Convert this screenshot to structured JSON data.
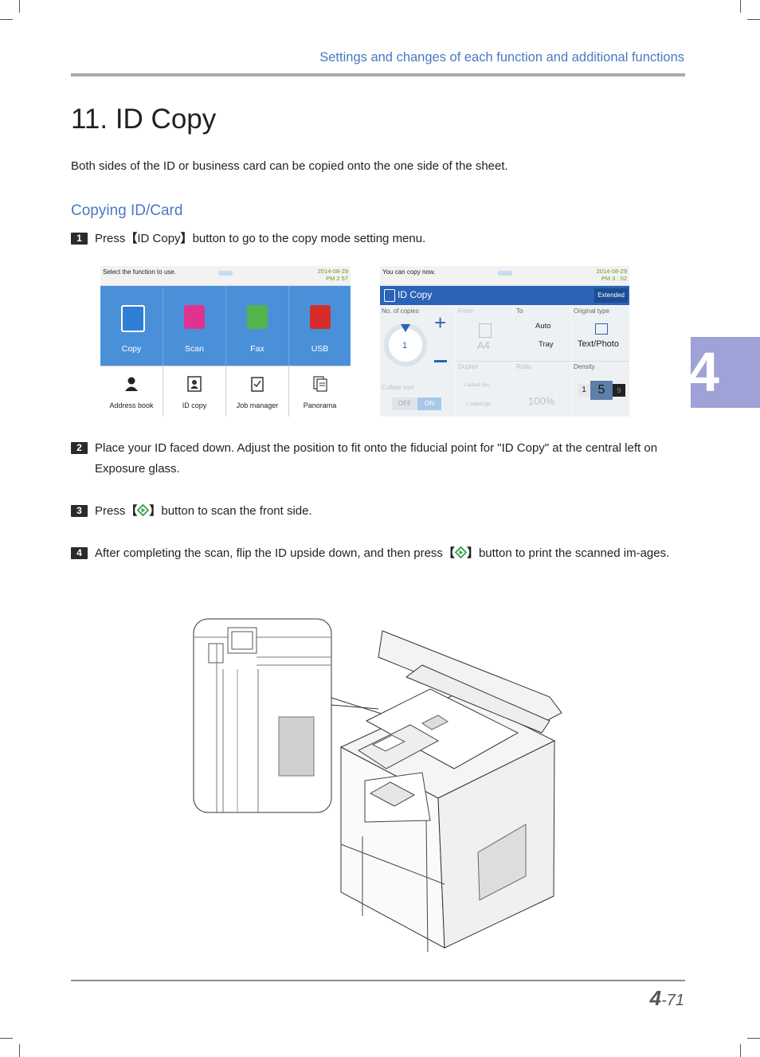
{
  "header": {
    "section_title": "Settings and changes of each function and additional functions"
  },
  "title": {
    "number": "11",
    "text": "ID Copy"
  },
  "intro": "Both sides of the ID or business card can be copied onto the one side of the sheet.",
  "subheading": "Copying ID/Card",
  "steps": [
    {
      "num": "1",
      "pre": "Press",
      "button": "ID Copy",
      "post": "button to go to the copy mode setting menu."
    },
    {
      "num": "2",
      "text": "Place your ID faced down. Adjust the position to fit onto the fiducial point for \"ID Copy\" at the central left on Exposure glass."
    },
    {
      "num": "3",
      "pre": "Press",
      "post": "button to scan the front side."
    },
    {
      "num": "4",
      "pre": "After completing the scan, flip the ID upside down, and then press",
      "post": "button to print the scanned im-ages."
    }
  ],
  "screen1": {
    "message": "Select the function to use.",
    "date": "2014-08-29",
    "time": "PM 2  57",
    "tiles": [
      {
        "label": "Copy",
        "icon": "copy-icon",
        "color": "#2f7fd6"
      },
      {
        "label": "Scan",
        "icon": "scan-icon",
        "color": "#e0338f"
      },
      {
        "label": "Fax",
        "icon": "fax-icon",
        "color": "#54b34a"
      },
      {
        "label": "USB",
        "icon": "usb-icon",
        "color": "#d62b2b"
      }
    ],
    "subtiles": [
      {
        "label": "Address book",
        "icon": "address-book-icon"
      },
      {
        "label": "ID copy",
        "icon": "id-copy-icon"
      },
      {
        "label": "Job manager",
        "icon": "job-manager-icon"
      },
      {
        "label": "Panorama",
        "icon": "panorama-icon"
      }
    ]
  },
  "screen2": {
    "message": "You can copy now.",
    "date": "2014-08-29",
    "time": "PM 3 : 02",
    "mode_title": "ID Copy",
    "extended_button": "Extended",
    "copies_label": "No. of copies",
    "copies_value": "1",
    "from_label": "From",
    "from_value": "A4",
    "to_label": "To",
    "to_auto": "Auto",
    "to_tray": "Tray",
    "original_type_label": "Original type",
    "original_type_value": "Text/Photo",
    "duplex_label": "Duplex",
    "ratio_label": "Ratio",
    "ratio_value": "100%",
    "density_label": "Density",
    "density_values": [
      "1",
      "5",
      "9"
    ],
    "collate_label": "Collate sort",
    "collate_off": "OFF",
    "collate_on": "ON",
    "duplex_opt1": "1-sided doc.",
    "duplex_opt2": "1-sided ppr"
  },
  "chapter_tab": "4",
  "page_number": {
    "chapter": "4",
    "page": "-71"
  },
  "colors": {
    "accent": "#4a78c2",
    "tab": "#9ea2d6",
    "start_button": "#3aa34a"
  }
}
